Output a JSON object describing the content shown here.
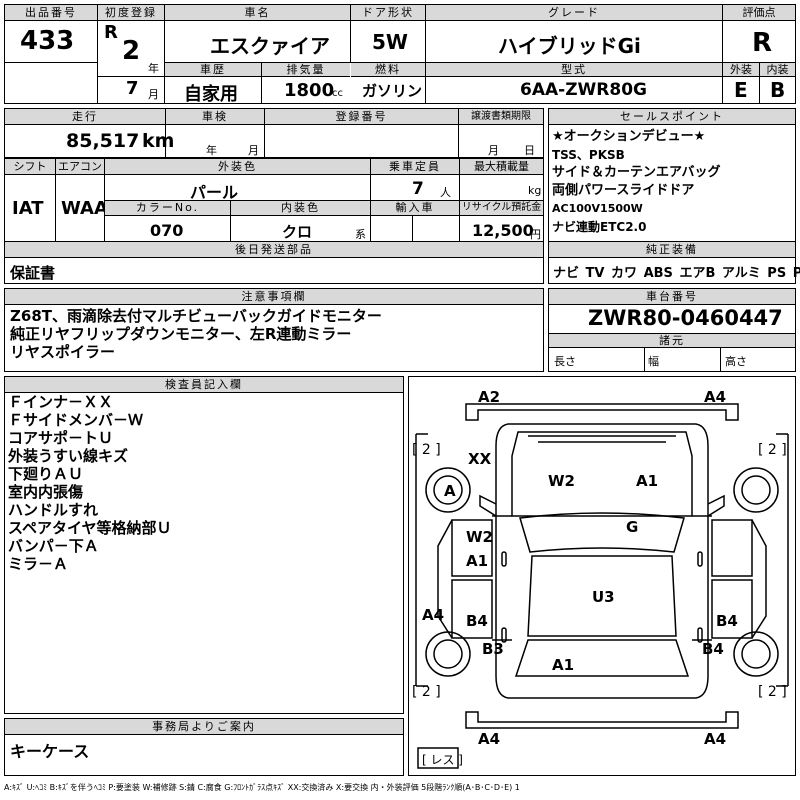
{
  "header": {
    "lot_label": "出品番号",
    "lot_number": "433",
    "first_reg_label": "初度登録",
    "era": "R",
    "reg_year": "2",
    "year_unit": "年",
    "reg_month": "7",
    "month_unit": "月",
    "car_name_label": "車名",
    "car_name": "エスクァイア",
    "history_label": "車歴",
    "history": "自家用",
    "displacement_label": "排気量",
    "displacement": "1800",
    "displacement_unit": "cc",
    "door_label": "ドア形状",
    "door": "5W",
    "fuel_label": "燃料",
    "fuel": "ガソリン",
    "grade_label": "グレード",
    "grade": "ハイブリッドGi",
    "model_label": "型式",
    "model": "6AA-ZWR80G",
    "rating_label": "評価点",
    "rating": "R",
    "ext_label": "外装",
    "ext_grade": "E",
    "int_label": "内装",
    "int_grade": "B"
  },
  "row2": {
    "mileage_label": "走行",
    "mileage": "85,517",
    "mileage_unit": "km",
    "inspection_label": "車検",
    "year_unit": "年",
    "month_unit": "月",
    "reg_no_label": "登録番号",
    "transfer_label": "譲渡書類期限",
    "sales_points_label": "セールスポイント"
  },
  "sales_points": [
    "★オークションデビュー★",
    "TSS、PKSB",
    "サイド＆カーテンエアバッグ",
    "両側パワースライドドア",
    "AC100V1500W",
    "ナビ連動ETC2.0"
  ],
  "specs": {
    "shift_label": "シフト",
    "shift": "IAT",
    "ac_label": "エアコン",
    "ac": "WAA",
    "ext_color_label": "外装色",
    "ext_color": "パール",
    "capacity_label": "乗車定員",
    "capacity": "7",
    "capacity_unit": "人",
    "max_load_label": "最大積載量",
    "max_load_unit": "kg",
    "color_no_label": "カラーNo.",
    "color_no": "070",
    "int_color_label": "内装色",
    "int_color": "クロ",
    "int_color_unit": "系",
    "import_label": "輸入車",
    "recycle_label": "リサイクル預託金",
    "recycle": "12,500",
    "recycle_unit": "円"
  },
  "later_parts": {
    "label": "後日発送部品",
    "value": "保証書"
  },
  "equipment": {
    "label": "純正装備",
    "items": [
      "ナビ",
      "TV",
      "カワ",
      "ABS",
      "エアB",
      "アルミ",
      "PS",
      "PW"
    ]
  },
  "notes": {
    "label": "注意事項欄",
    "lines": [
      "Z68T、雨滴除去付マルチビューバックガイドモニター",
      "純正リヤフリップダウンモニター、左R連動ミラー",
      "リヤスポイラー"
    ]
  },
  "chassis": {
    "label": "車台番号",
    "value": "ZWR80-0460447",
    "dims_label": "諸元",
    "length_label": "長さ",
    "width_label": "幅",
    "height_label": "高さ"
  },
  "inspector": {
    "label": "検査員記入欄",
    "lines": [
      "Ｆインナ－ＸＸ",
      "Ｆサイドメンバ－Ｗ",
      "コアサポ－トＵ",
      "外装うすい線キズ",
      "下廻りＡＵ",
      "室内内張傷",
      "ハンドルすれ",
      "スペアタイヤ等格納部Ｕ",
      "バンパ－下Ａ",
      "ミラ－Ａ"
    ]
  },
  "office": {
    "label": "事務局よりご案内",
    "value": "キーケース"
  },
  "diagram": {
    "codes": {
      "front_bumper_left": "A2",
      "front_bumper_right": "A4",
      "front_inner": "XX",
      "front_left_tire": "A",
      "hood_left": "W2",
      "hood_right": "A1",
      "left_fender_1": "W2",
      "left_fender_2": "A1",
      "windshield": "G",
      "roof": "U3",
      "left_side_1": "A4",
      "left_rear_1": "B4",
      "right_rear_1": "B4",
      "left_rear_2": "B3",
      "right_rear_2": "B4",
      "rear_gate": "A1",
      "rear_bumper_left": "A4",
      "rear_bumper_right": "A4"
    },
    "tire_depth_fl": "[ 2 ]",
    "tire_depth_fr": "[ 2 ]",
    "tire_depth_rl": "[ 2 ]",
    "tire_depth_rr": "[ 2 ]",
    "spare_label": "[ レス ]"
  },
  "legend": "A:ｷｽﾞ  U:ﾍｺﾐ  B:ｷｽﾞを伴うﾍｺﾐ  P:要塗装  W:補修跡  S:錆  C:腐食  G:ﾌﾛﾝﾄｶﾞﾗｽ点ｷｽﾞ  XX:交換済み  X:要交換   内・外装評価  5段階ﾗﾝｸ順(A･B･C･D･E) 1"
}
